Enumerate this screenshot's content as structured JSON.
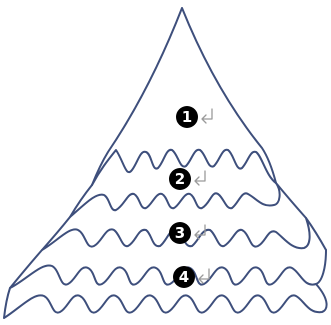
{
  "diagram": {
    "colors": {
      "outline": "#3e4f7c",
      "badge_fill": "#000000",
      "badge_text": "#ffffff",
      "return_mark": "#9a9a9a"
    },
    "markers": [
      {
        "label": "1",
        "icon": "paragraph-return-icon"
      },
      {
        "label": "2",
        "icon": "paragraph-return-icon"
      },
      {
        "label": "3",
        "icon": "paragraph-return-icon"
      },
      {
        "label": "4",
        "icon": "paragraph-return-icon"
      }
    ]
  }
}
